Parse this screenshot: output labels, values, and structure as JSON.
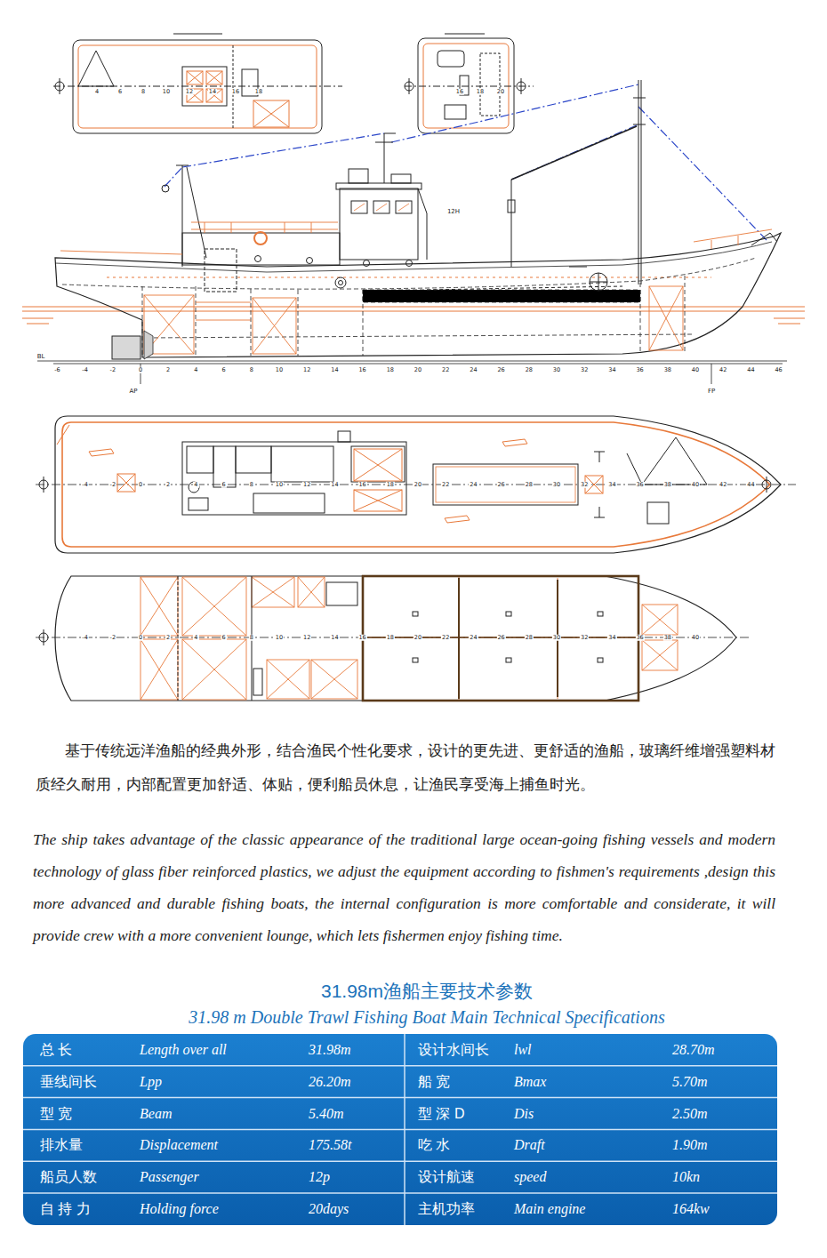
{
  "diagram": {
    "title": "31.98m渔船主要技术参数",
    "caption": "31.98 m Double Trawl Fishing Boat Main Technical Specifications",
    "labels": [
      "基于传统远洋渔船的经典外形，结合渔民个性化要求，设计的更先进、更舒适的渔船，玻璃纤维增强塑料材质经久耐用，内部配置更加舒适、体贴，便利船员休息，让渔民享受海上捕鱼时光。",
      "The ship takes advantage of the classic appearance of the traditional large ocean-going fishing vessels and modern technology of glass fiber reinforced plastics, we adjust the equipment according to fishmen's requirements ,design this more advanced and durable fishing boats, the internal configuration is more comfortable and considerate, it will provide crew with a more convenient lounge, which lets fishermen enjoy fishing time.",
      "总 长",
      "Length over all",
      "31.98m",
      "设计水间长",
      "lwl",
      "28.70m",
      "垂线间长",
      "Lpp",
      "26.20m",
      "船 宽",
      "Bmax",
      "5.70m",
      "型 宽",
      "Beam",
      "5.40m",
      "型 深 D",
      "Dis",
      "2.50m",
      "排水量",
      "Displacement",
      "175.58t",
      "吃 水",
      "Draft",
      "1.90m",
      "船员人数",
      "Passenger",
      "12p",
      "设计航速",
      "speed",
      "10kn",
      "自 持 力",
      "Holding force",
      "20days",
      "主机功率",
      "Main engine",
      "164kw",
      "12H",
      "BL",
      "AP",
      "FP",
      "-6",
      "-4",
      "-2",
      "0",
      "2",
      "4",
      "6",
      "8",
      "10",
      "12",
      "14",
      "16",
      "18",
      "20",
      "22",
      "24",
      "26",
      "28",
      "30",
      "32",
      "34",
      "36",
      "38",
      "40",
      "42",
      "44",
      "46",
      "-4",
      "-2",
      "0",
      "2",
      "4",
      "6",
      "8",
      "10",
      "12",
      "14",
      "16",
      "18",
      "20",
      "22",
      "24",
      "26",
      "28",
      "30",
      "32",
      "34",
      "36",
      "38",
      "40",
      "42",
      "44",
      "-4",
      "-2",
      "0",
      "2",
      "4",
      "6",
      "8",
      "10",
      "12",
      "14",
      "16",
      "18",
      "20",
      "22",
      "24",
      "26",
      "28",
      "30",
      "32",
      "34",
      "36",
      "38",
      "40",
      "4",
      "6",
      "8",
      "10",
      "12",
      "14",
      "16",
      "18",
      "16",
      "18",
      "20"
    ]
  }
}
